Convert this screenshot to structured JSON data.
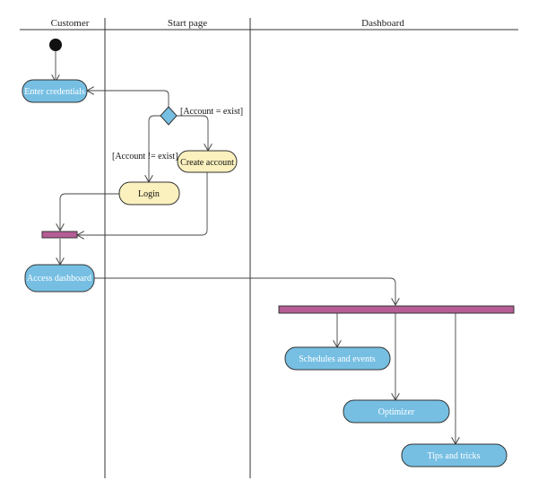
{
  "lanes": [
    {
      "id": "customer",
      "title": "Customer"
    },
    {
      "id": "start",
      "title": "Start page"
    },
    {
      "id": "dashboard",
      "title": "Dashboard"
    }
  ],
  "nodes": {
    "enter_credentials": {
      "label": "Enter credentials",
      "fill": "#76BFE3"
    },
    "create_account": {
      "label": "Create account",
      "fill": "#FBF1BE"
    },
    "login": {
      "label": "Login",
      "fill": "#FBF1BE"
    },
    "access_dashboard": {
      "label": "Access dashboard",
      "fill": "#76BFE3"
    },
    "schedules_events": {
      "label": "Schedules and events",
      "fill": "#76BFE3"
    },
    "optimizer": {
      "label": "Optimizer",
      "fill": "#76BFE3"
    },
    "tips_tricks": {
      "label": "Tips and tricks",
      "fill": "#76BFE3"
    }
  },
  "guards": {
    "exists": "[Account = exist]",
    "not_exists": "[Account != exist]"
  },
  "colors": {
    "activity_blue": "#76BFE3",
    "activity_yellow": "#FBF1BE",
    "bar": "#B65D96",
    "decision": "#76BFE3",
    "line": "#444444"
  }
}
